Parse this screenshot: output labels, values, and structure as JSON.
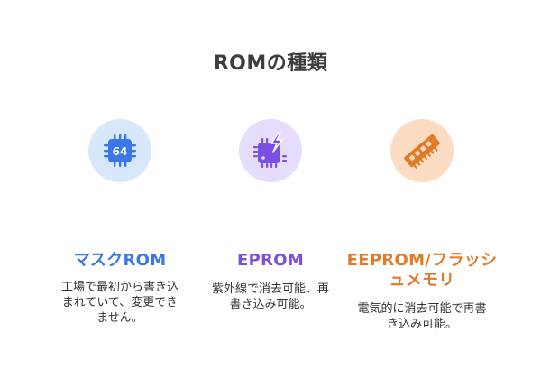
{
  "title": "ROMの種類",
  "colors": {
    "mask": "#3b78e7",
    "mask_bg": "#d9e7fc",
    "eprom": "#7b4fe0",
    "eprom_bg": "#e6dcfb",
    "eeprom": "#e07b27",
    "eeprom_bg": "#fbdcc3"
  },
  "columns": [
    {
      "icon": "chip-64-icon",
      "heading": "マスクROM",
      "description": "工場で最初から書き込まれていて、変更できません。"
    },
    {
      "icon": "chip-lightning-icon",
      "heading": "EPROM",
      "description": "紫外線で消去可能、再書き込み可能。"
    },
    {
      "icon": "memory-stick-icon",
      "heading": "EEPROM/フラッシュメモリ",
      "description": "電気的に消去可能で再書き込み可能。"
    }
  ]
}
